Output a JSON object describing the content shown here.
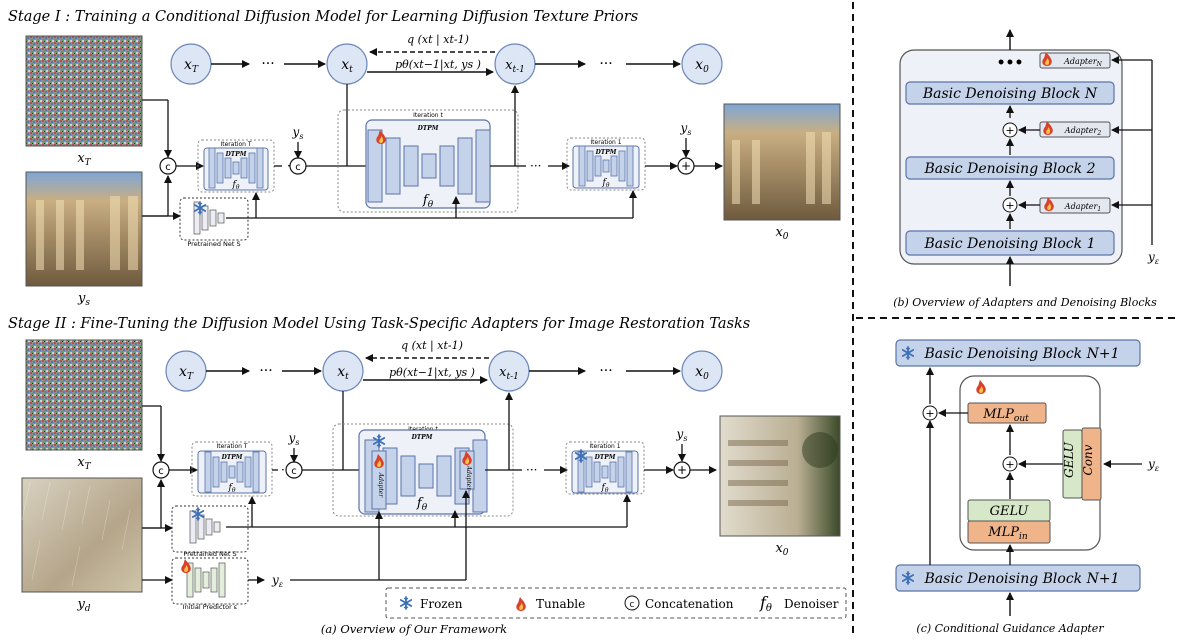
{
  "colors": {
    "node_fill": "#dde6f5",
    "node_stroke": "#6b86b8",
    "block_fill": "#c5d3ea",
    "block_stroke": "#5a74a8",
    "panel_fill": "#eef1f7",
    "mlp_fill": "#f0b48a",
    "gelu_fill": "#d6e8c8",
    "flame": "#d9412b",
    "snow": "#3d6fb6"
  },
  "icons": {
    "frozen": "snowflake-icon",
    "tunable": "flame-icon",
    "concat": "concatenation-icon"
  },
  "stage1": {
    "title": "Stage I : Training a Conditional Diffusion Model for Learning Diffusion Texture Priors",
    "xT": "x",
    "xT_sub": "T",
    "xt": "x",
    "xt_sub": "t",
    "xt1": "x",
    "xt1_sub": "t-1",
    "x0": "x",
    "x0_sub": "0",
    "dots": "···",
    "q_label": "q (x",
    "q_label_full": "q (xt | xt-1)",
    "p_label_full": "pθ(xt−1|xt, ys )",
    "iterT": "Iteration T",
    "iter_t": "Iteration t",
    "iter1": "Iteration 1",
    "dtpm": "DTPM",
    "f_theta": "fθ",
    "ys": "ys",
    "pretrained": "Pretrained Net S",
    "out_x0": "x0",
    "in_xT": "xT",
    "in_ys": "ys"
  },
  "stage2": {
    "title": "Stage II : Fine-Tuning the Diffusion Model Using Task-Specific Adapters for  Image Restoration Tasks",
    "q_label_full": "q (xt | xt-1)",
    "p_label_full": "pθ(xt−1|xt, ys )",
    "iterT": "Iteration T",
    "iter_t": "Iteration t",
    "iter1": "Iteration 1",
    "dtpm": "DTPM",
    "adapter": "Adapter",
    "pretrained": "Pretrained Net S",
    "initial": "Initial Predictor ε",
    "ye": "yε",
    "in_xT": "xT",
    "in_yd": "yd",
    "out_x0": "x0"
  },
  "legend": {
    "frozen": "Frozen",
    "tunable": "Tunable",
    "concat": "Concatenation",
    "denoiser_sym": "fθ",
    "denoiser": "Denoiser"
  },
  "captions": {
    "a": "(a) Overview of Our Framework",
    "b": "(b) Overview of Adapters and Denoising Blocks",
    "c": "(c) Conditional Guidance Adapter"
  },
  "panel_b": {
    "block_n": "Basic Denoising Block N",
    "block_2": "Basic Denoising Block 2",
    "block_1": "Basic Denoising Block 1",
    "adapter_n": "Adapter",
    "adapter_n_sub": "N",
    "adapter_2": "Adapter",
    "adapter_2_sub": "2",
    "adapter_1": "Adapter",
    "adapter_1_sub": "1",
    "ye": "yε",
    "dots": "•••"
  },
  "panel_c": {
    "block_top": "Basic Denoising Block  N+1",
    "block_bottom": "Basic Denoising Block  N+1",
    "mlp_out": "MLP",
    "mlp_out_sub": "out",
    "mlp_in": "MLP",
    "mlp_in_sub": "in",
    "gelu": "GELU",
    "gelu_v": "GELU",
    "conv": "Conv",
    "ye": "yε"
  }
}
